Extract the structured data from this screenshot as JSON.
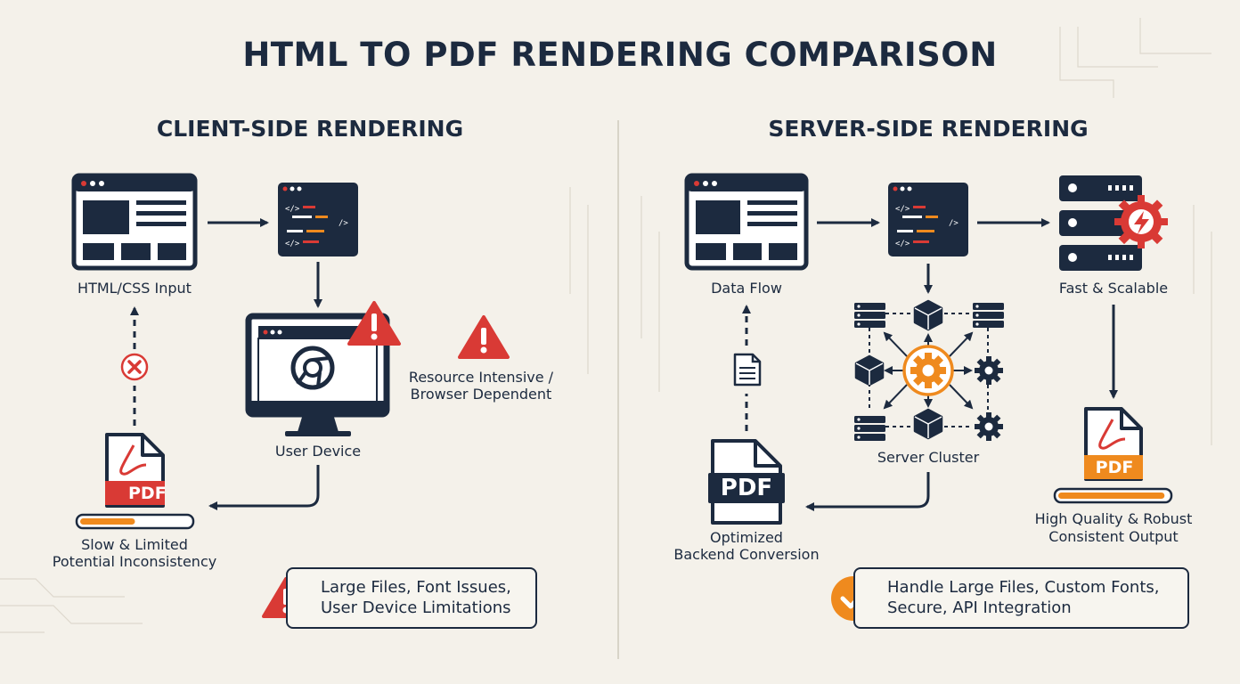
{
  "title": "HTML TO PDF RENDERING COMPARISON",
  "client": {
    "heading": "CLIENT-SIDE RENDERING",
    "input_label": "HTML/CSS Input",
    "device_label": "User Device",
    "warning_label": [
      "Resource Intensive /",
      "Browser Dependent"
    ],
    "output_label": [
      "Slow & Limited",
      "Potential Inconsistency"
    ],
    "progress": 0.5,
    "pdf_badge": "PDF",
    "callout": [
      "Large Files, Font Issues,",
      "User Device Limitations"
    ]
  },
  "server": {
    "heading": "SERVER-SIDE RENDERING",
    "input_label": "Data Flow",
    "scalable_label": "Fast & Scalable",
    "cluster_label": "Server Cluster",
    "backend_label": [
      "Optimized",
      "Backend Conversion"
    ],
    "output_label": [
      "High Quality & Robust",
      "Consistent Output"
    ],
    "progress": 0.97,
    "pdf_badge": "PDF",
    "callout": [
      "Handle Large Files, Custom Fonts,",
      "Secure, API Integration"
    ]
  },
  "colors": {
    "navy": "#1c2a3f",
    "red": "#d93a35",
    "orange": "#ef8a1e",
    "background": "#f4f1ea"
  }
}
